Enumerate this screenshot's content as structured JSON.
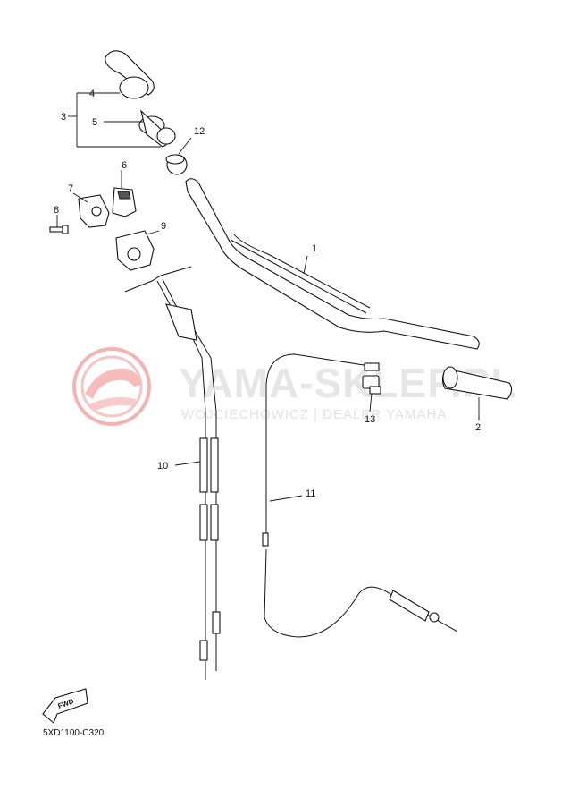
{
  "diagram_code": "5XD1100-C320",
  "fwd_label": "FWD",
  "watermark": {
    "title": "YAMA-SKLEP.PL",
    "subtitle": "WOJCIECHOWICZ | DEALER YAMAHA"
  },
  "callouts": [
    "1",
    "2",
    "3",
    "4",
    "5",
    "6",
    "7",
    "8",
    "9",
    "10",
    "11",
    "12",
    "13"
  ],
  "colors": {
    "watermark_logo": "#f2a9a9",
    "watermark_text": "#e4e4e4",
    "line": "#111111"
  }
}
